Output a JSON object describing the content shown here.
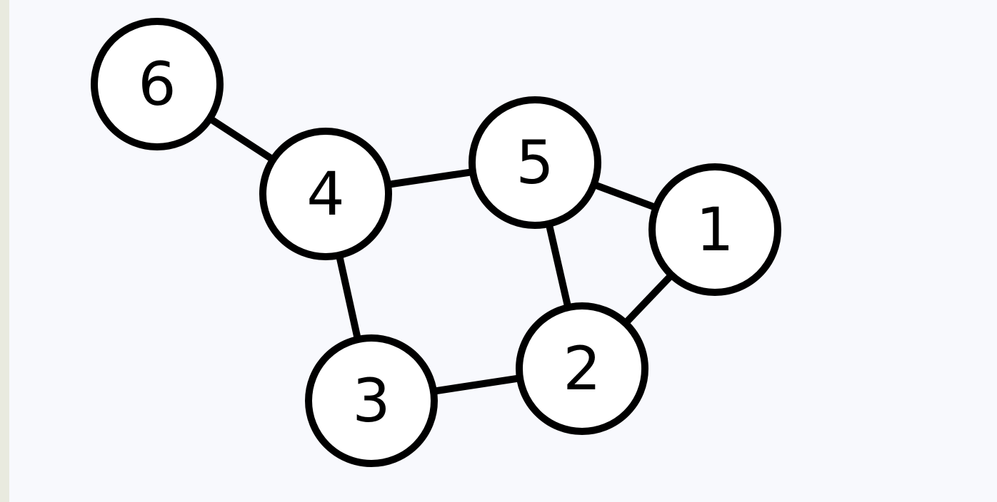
{
  "graph": {
    "nodes": [
      {
        "id": "1",
        "label": "1"
      },
      {
        "id": "2",
        "label": "2"
      },
      {
        "id": "3",
        "label": "3"
      },
      {
        "id": "4",
        "label": "4"
      },
      {
        "id": "5",
        "label": "5"
      },
      {
        "id": "6",
        "label": "6"
      }
    ],
    "edges": [
      [
        "6",
        "4"
      ],
      [
        "4",
        "5"
      ],
      [
        "4",
        "3"
      ],
      [
        "5",
        "1"
      ],
      [
        "5",
        "2"
      ],
      [
        "1",
        "2"
      ],
      [
        "3",
        "2"
      ]
    ]
  },
  "colors": {
    "background": "#f8f9fd",
    "stroke": "#000000",
    "node_fill": "#ffffff",
    "left_strip": "#e9eadf"
  }
}
